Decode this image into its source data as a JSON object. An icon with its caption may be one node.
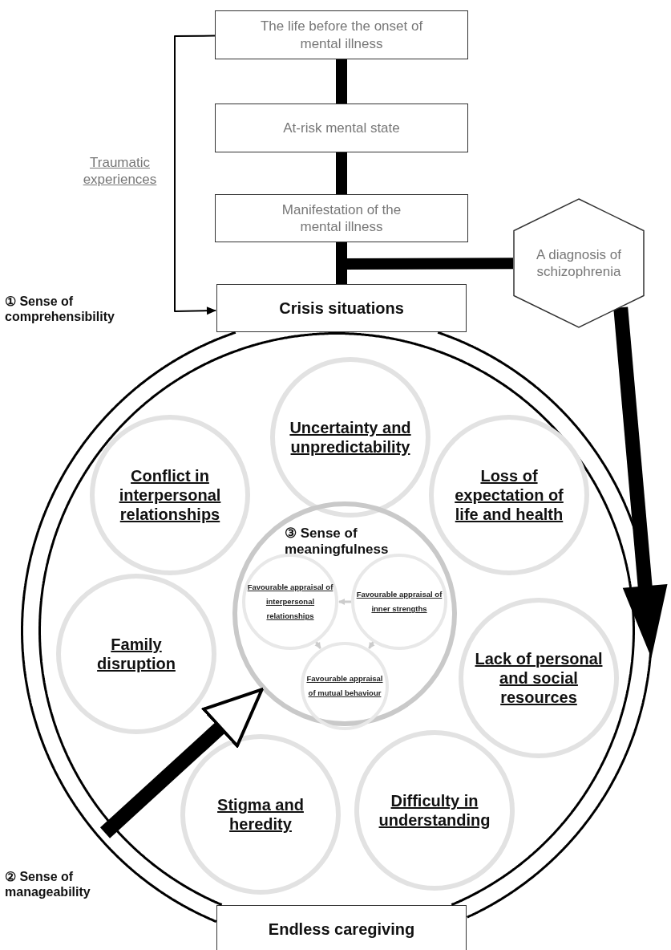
{
  "diagram": {
    "nodes": [
      {
        "text": [
          "The life before the onset of mental illness"
        ]
      },
      {
        "text": [
          "At-risk mental state"
        ]
      },
      {
        "text": [
          "Manifestation of the mental illness"
        ]
      },
      {
        "text": [
          "A diagnosis of schizophrenia"
        ]
      },
      {
        "text": [
          "Crisis situations"
        ]
      },
      {
        "text": [],
        "shape": "circle"
      },
      {
        "text": [],
        "shape": "circle",
        "in": 5
      },
      {
        "text": [
          "Uncertainty and unpredictability"
        ],
        "in": 6
      },
      {
        "text": [
          "Conflict in interpersonal relationships"
        ],
        "in": 6
      },
      {
        "text": [
          "Loss of expectation of life and health"
        ],
        "in": 6
      },
      {
        "text": [
          "Family disruption"
        ],
        "in": 6
      },
      {
        "text": [
          "Lack of personal and social resources"
        ],
        "in": 6
      },
      {
        "text": [
          "③ Sense of meaningfulness"
        ],
        "in": 6
      },
      {
        "text": [
          "Favourable appraisal of interpersonal relationships"
        ],
        "in": 12
      },
      {
        "text": [
          "Favourable appraisal of inner strengths"
        ],
        "in": 12
      },
      {
        "text": [
          "Favourable appraisal of mutual behaviour"
        ],
        "in": 12
      },
      {
        "text": [
          "Stigma and heredity"
        ],
        "in": 6
      },
      {
        "text": [
          "Difficulty in understanding"
        ],
        "in": 6
      },
      {
        "text": [
          "Endless caregiving"
        ]
      }
    ],
    "edges": [
      {
        "from": 0,
        "to": 1,
        "arrow": "none"
      },
      {
        "from": 1,
        "to": 2,
        "arrow": "none"
      },
      {
        "from": 2,
        "to": 4,
        "arrow": "none"
      },
      {
        "from": 3,
        "to": 4,
        "arrow": "none"
      },
      {
        "from": 0,
        "to": 4,
        "arrow": "to",
        "label": "Traumatic experiences"
      },
      {
        "from": 3,
        "to": 5,
        "arrow": "to"
      },
      {
        "from": null,
        "to": 12,
        "arrow": "to"
      },
      {
        "from": 14,
        "to": 13,
        "arrow": "to",
        "color": "#cccccc"
      },
      {
        "from": 13,
        "to": 15,
        "arrow": "to",
        "color": "#cccccc"
      },
      {
        "from": 14,
        "to": 15,
        "arrow": "to",
        "color": "#cccccc"
      }
    ],
    "labels": [
      "① Sense of comprehensibility",
      "② Sense of manageability"
    ]
  }
}
